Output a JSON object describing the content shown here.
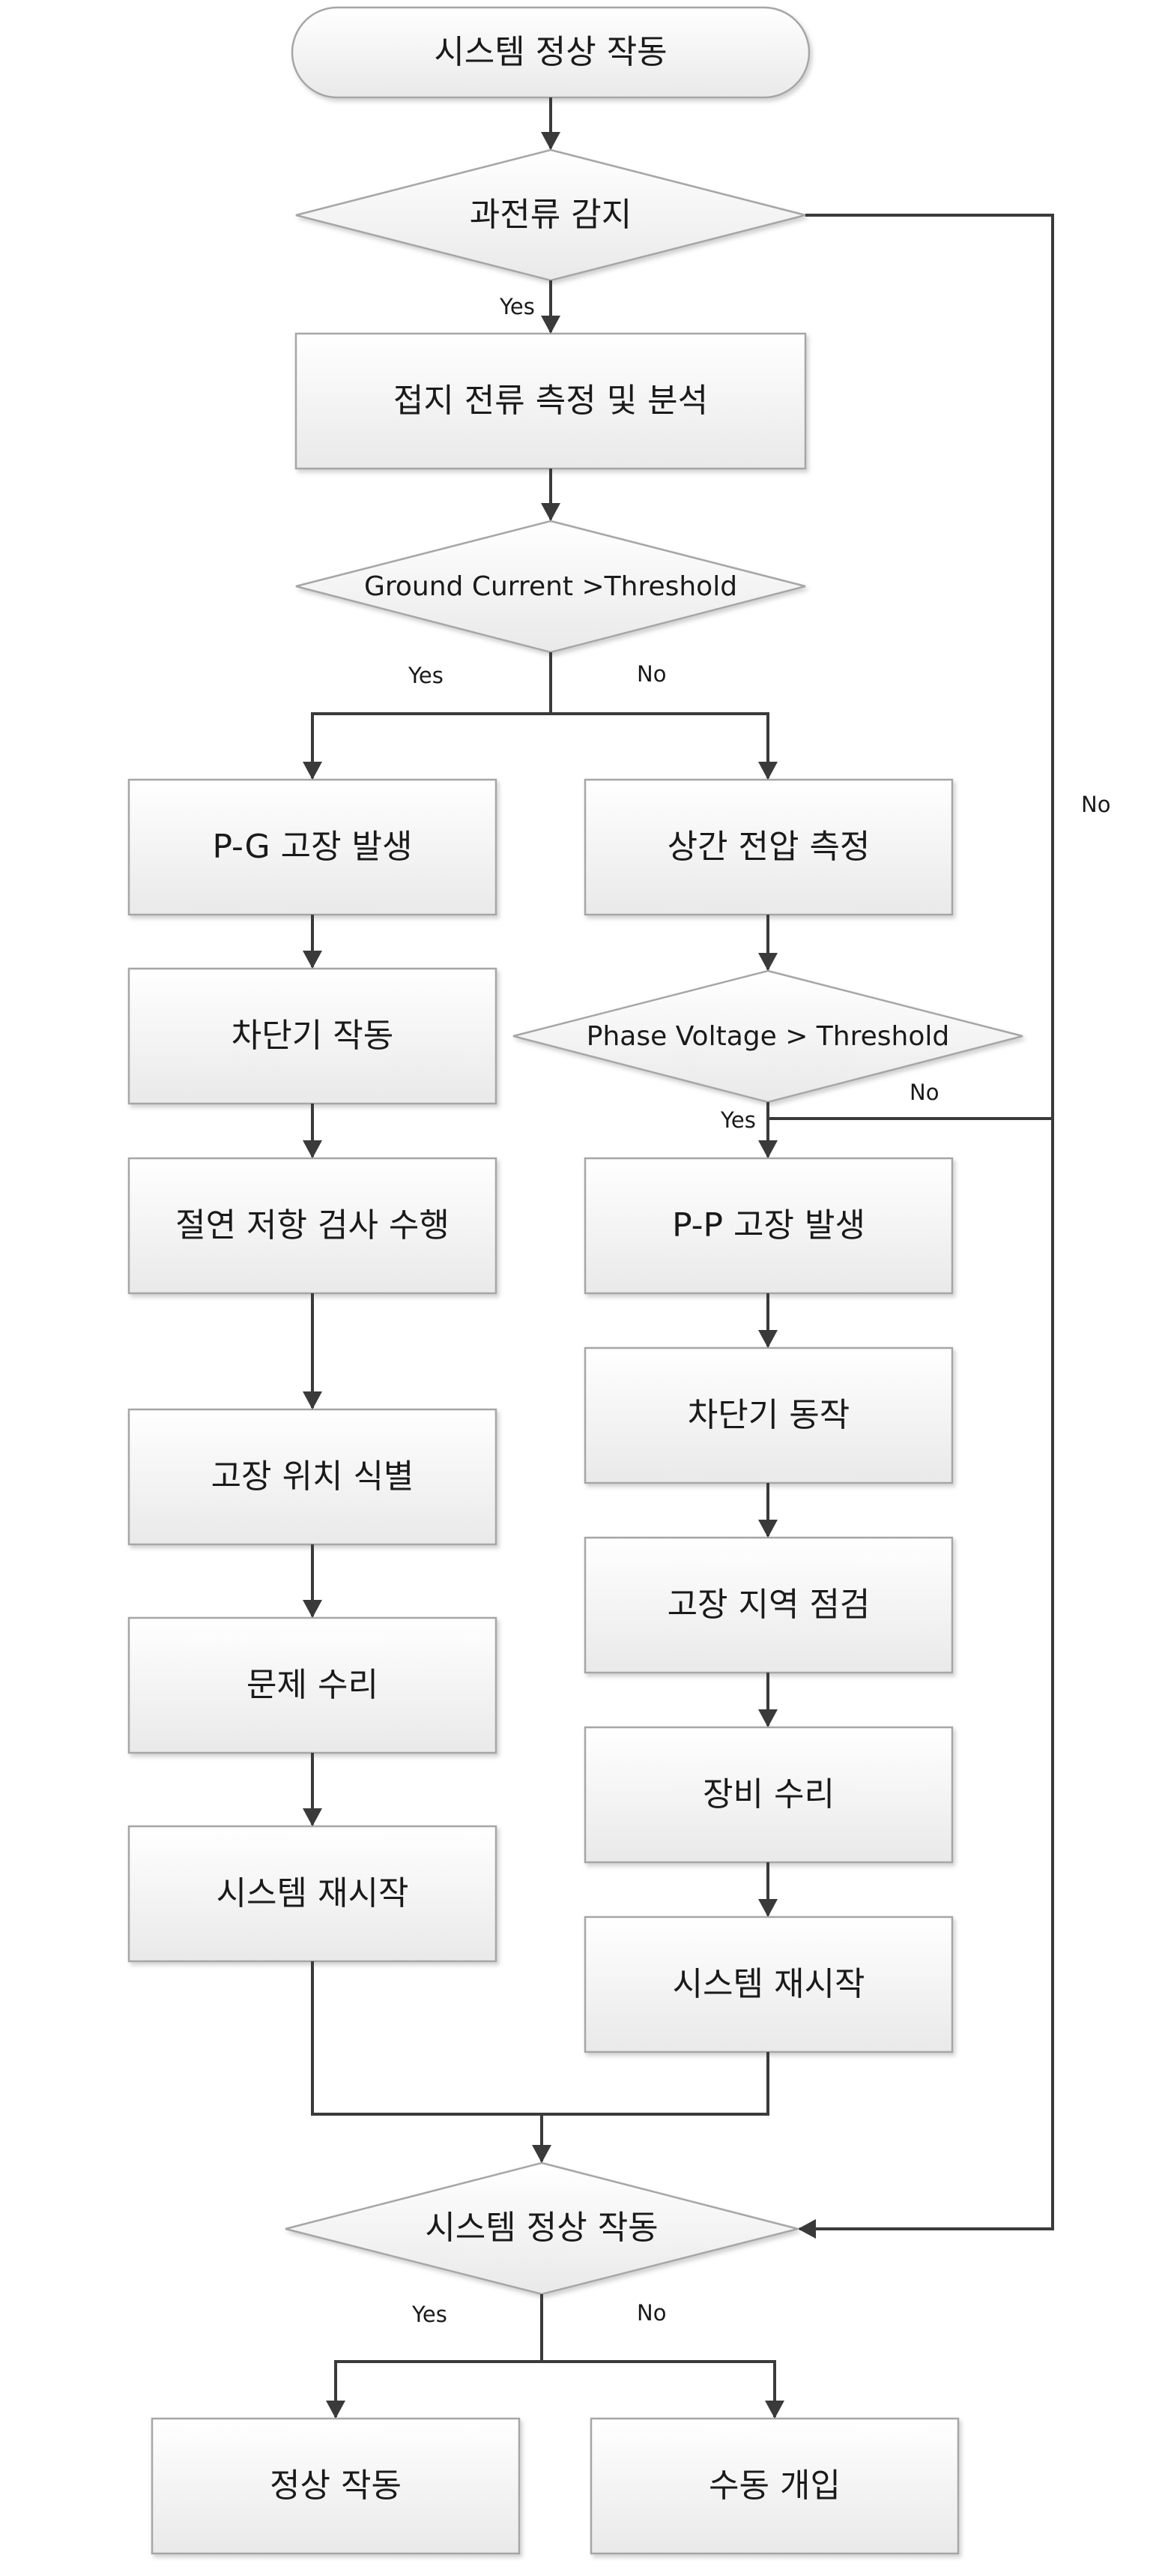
{
  "nodes": {
    "start": "시스템 정상 작동",
    "overcurrent": "과전류 감지",
    "measure_ground": "접지 전류 측정 및 분석",
    "ground_threshold": "Ground Current >Threshold",
    "pg_fault": "P-G 고장 발생",
    "breaker_operate_left": "차단기 작동",
    "insulation_test": "절연 저항 검사 수행",
    "locate_fault": "고장 위치 식별",
    "repair_problem": "문제 수리",
    "restart_left": "시스템 재시작",
    "measure_phase": "상간 전압 측정",
    "phase_threshold": "Phase Voltage > Threshold",
    "pp_fault": "P-P 고장 발생",
    "breaker_operate_right": "차단기 동작",
    "inspect_area": "고장 지역 점검",
    "repair_equipment": "장비 수리",
    "restart_right": "시스템 재시작",
    "final_check": "시스템 정상 작동",
    "normal_operation": "정상 작동",
    "manual_intervention": "수동 개입"
  },
  "edge_labels": {
    "overcurrent_yes": "Yes",
    "overcurrent_no": "No",
    "ground_yes": "Yes",
    "ground_no": "No",
    "phase_yes": "Yes",
    "phase_no": "No",
    "final_yes": "Yes",
    "final_no": "No"
  },
  "colors": {
    "box_fill_top": "#ffffff",
    "box_fill_bottom": "#ebebeb",
    "border": "#a6a6a6",
    "line": "#3a3a3a"
  }
}
